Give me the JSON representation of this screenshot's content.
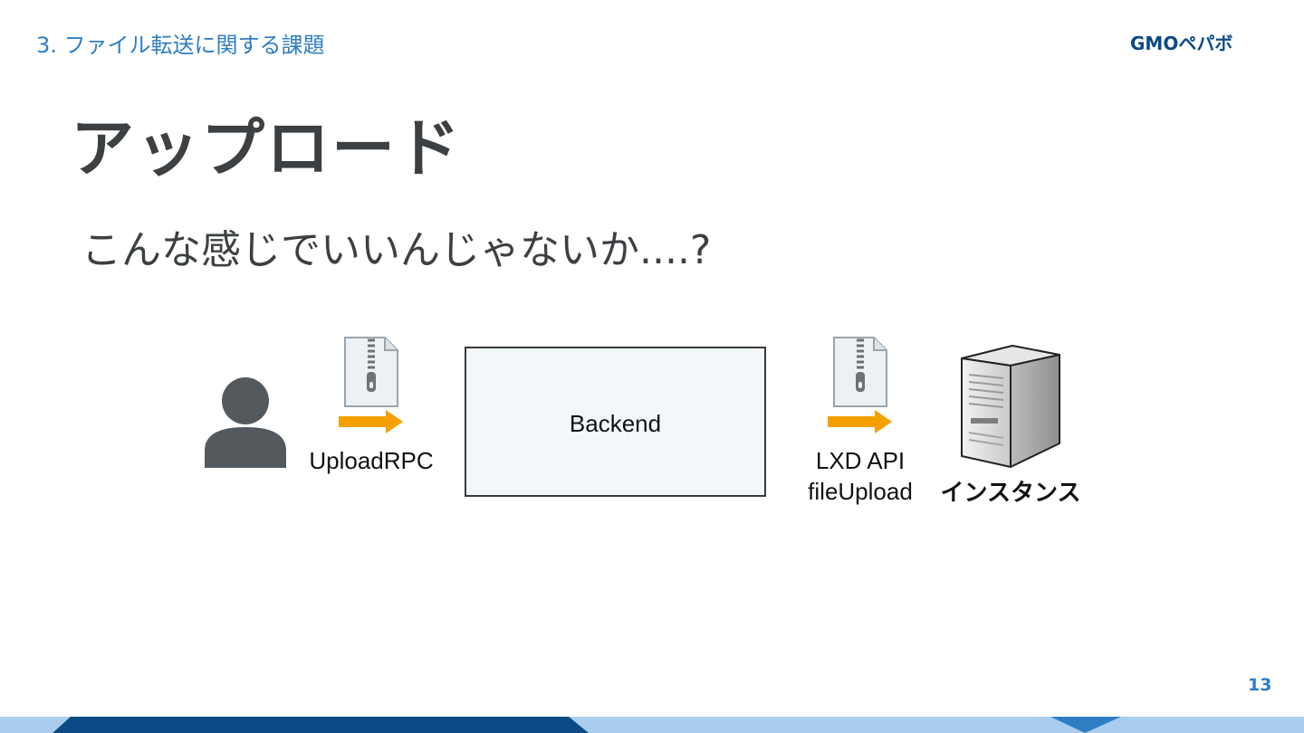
{
  "header": {
    "section_title": "3. ファイル転送に関する課題",
    "logo_text": "GMOペパボ"
  },
  "slide": {
    "title": "アップロード",
    "subtitle": "こんな感じでいいんじゃないか....?",
    "page_number": "13"
  },
  "diagram": {
    "nodes": {
      "user": {
        "icon": "user-icon"
      },
      "backend": {
        "label": "Backend"
      },
      "instance": {
        "label": "インスタンス",
        "icon": "server-icon"
      }
    },
    "edges": [
      {
        "line1": "UploadRPC",
        "icon": "zip-file-icon"
      },
      {
        "line1": "LXD API",
        "line2": "fileUpload",
        "icon": "zip-file-icon"
      }
    ]
  },
  "colors": {
    "accent": "#2f7ec3",
    "text": "#3c4043",
    "arrow": "#f5a000",
    "footer_light": "#a9cdee",
    "footer_dark": "#0b4a84"
  }
}
